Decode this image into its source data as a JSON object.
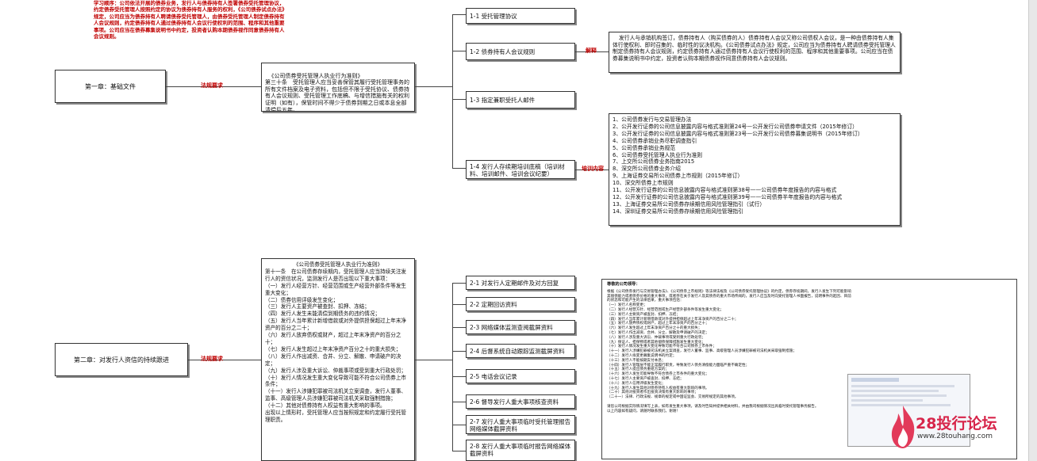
{
  "top_note": "学习顺序：公司依法开展的债券业务，发行人与债券持有人签署债券受托管理协议，约定债券受托管理人按照约定的协议为债券持有人服务的权利，《公司债券试点办法》规定，公司应当为债券持有人聘请债券受托管理人，由债券受托管理人制定债券持有人会议规则，约定债券持有人通过债券持有人会议行使权利的范围、程序和其他重要事项。公司应当在债券募集说明书中约定，投资者认购本期债券视作同意债券持有人会议规则。",
  "chapter1": {
    "title": "第一章：基础文件",
    "law_label": "法规要求",
    "law_text": "《公司债券受托管理人执业行为准则》\n第三十条　受托管理人应当妥善保管其履行受托管理事务的所有文件档案及电子资料，包括但不限于受托协议、债券持有人会议规则、受托管理工作底稿、与增信措施有关的权利证明（如有），保管时间不得少于债券到期之日或本息全部清偿后五年。",
    "items": [
      {
        "label": "1-1 受托管理协议"
      },
      {
        "label": "1-2 债券持有人会议规则"
      },
      {
        "label": "1-3 指定兼职受托人邮件"
      },
      {
        "label": "1-4 发行人存续期培训底稿（培训材料、培训邮件、培训会议纪要）"
      }
    ],
    "explain_label": "解释",
    "explain_text": "发行人与承销机构签订，债券持有人（购买债券的人）债券持有人会议又称公司债权人会议，是一种由债券持有人集体行使权利、即时召集的、临时性的议决机构。《公司债券试点办法》规定，公司应当为债券持有人聘请债券受托管理人制定债券持有人会议规则，约定债券持有人通过债券持有人会议行使权利的范围、程序和其他重要事项。公司应当在债券募集说明书中约定，投资者认购本期债券视作同意债券持有人会议规则。",
    "train_label": "培训内容",
    "train_list": [
      "1、公司债券发行与交易管理办法",
      "2、公开发行证券的公司信息披露内容与格式准则第24号—公开发行公司债券申请文件（2015年修订）",
      "3、公开发行证券的公司信息披露内容与格式准则第23号—公开发行公司债券募集说明书（2015年修订）",
      "4、公司债券承销业务尽职调查指引",
      "5、公司债券承销业务规范",
      "6、公司债券受托管理人执业行为准则",
      "7、上交所公司债券业务指南2015",
      "8、深交所公司债券业务介绍",
      "9、上海证券交易所公司债券上市规则（2015年修订）",
      "10、深交所债券上市规则",
      "11、公开发行证券的公司信息披露内容与格式准则第38号——公司债券年度报告的内容与格式",
      "12、公开发行证券的公司信息披露内容与格式准则第39号——公司债券半年度报告的内容与格式",
      "13、上海证券交易所公司债券存续期信用风险管理指引（试行）",
      "14、深圳证券交易所公司债券存续期信用风险管理指引"
    ]
  },
  "chapter2": {
    "title": "第二章：对发行人资信的持续跟进",
    "law_label": "法规要求",
    "law_title": "《公司债券受托管理人执业行为准则》",
    "law_text": "第十一条　在公司债券存续期内，受托管理人应当持续关注发行人的资信状况，监测发行人是否出现以下重大事项：\n（一）发行人经营方针、经营范围或生产经营外部条件等发生重大变化；\n（二）债券信用评级发生变化；\n（三）发行人主要资产被查封、扣押、冻结；\n（四）发行人发生未能清偿到期债务的违约情况；\n（五）发行人当年累计新增借款或对外提供担保超过上年末净资产的百分之二十；\n（六）发行人放弃债权或财产，超过上年末净资产的百分之十；\n（七）发行人发生超过上年末净资产百分之十的重大损失；\n（八）发行人作出减资、合并、分立、解散、申请破产的决定；\n（九）发行人涉及重大诉讼、仲裁事项或受到重大行政处罚；\n（十）发行人情况发生重大变化导致可能不符合公司债券上市条件；\n（十一）发行人涉嫌犯罪被司法机关立案调查，发行人董事、监事、高级管理人员涉嫌犯罪被司法机关采取强制措施；\n（十二）其他对债券持有人权益有重大影响的事项。\n出现以上情形时，受托管理人应当按照规定和约定履行受托管理职责。",
    "items": [
      {
        "label": "2-1 对发行人定期邮件及对方回复"
      },
      {
        "label": "2-2 定期回访资料"
      },
      {
        "label": "2-3 网络媒体监测查阅截屏资料"
      },
      {
        "label": "2-4 后督系统自动跟踪监测截屏资料"
      },
      {
        "label": "2-5 电话会议记录"
      },
      {
        "label": "2-6 督导发行人重大事项核查资料"
      },
      {
        "label": "2-7 发行人重大事项临时受托管理报告网络媒体截屏资料"
      },
      {
        "label": "2-8 发行人重大事项临时报告网络媒体截屏资料"
      }
    ],
    "doc_header": "尊敬的公司领导：",
    "doc_body": "根据《公司债券发行与交易管理办法》、《公司债券上市规则》等法律法规及《公司债券受托管理协议》的约定，债券存续期间，发行人发生下列可能影响其偿债能力或者债券价格的重大事项，或者存在关于发行人及其债券的重大市场传闻的，发行人应当及时向受托管理人书面报告，说明事件的起因、目前的状态和可能产生的法律后果，重大事项包括：\n（一）发行人名称变更；\n（二）发行人经营方针、经营范围或生产经营外部条件等发生重大变化；\n（三）发行人主要资产被查封、扣押、冻结；\n（四）发行人当年累计新增借款或对外提供担保超过上年末净资产的百分之二十；\n（五）发行人放弃债权或财产，超过上年末净资产的百分之十；\n（六）发行人发生超过上年末净资产百分之十的重大损失；\n（七）发行人作出减资、合并、分立、解散及申请破产的决定；\n（八）发行人涉及重大诉讼、仲裁事项或受到重大行政处罚；\n（九）保证人、担保物或者其他偿债保障措施发生重大变化；\n（十）发行人情况发生重大变化导致可能不符合公司债券上市条件；\n（十一）发行人涉嫌犯罪被司法机关立案调查，发行人董事、监事、高级管理人员涉嫌犯罪被司法机关采取强制措施；\n（十二）发行人拟变更募集说明书的约定；\n（十三）发行人不能按期支付本息；\n（十四）发行人管理层不能正常履行职责，导致发行人债务清偿能力面临严重不确定性；\n（十五）发行人提出债务重组方案的；\n（十六）发行人发生可能导致不符合债券上市条件的重大变化；\n（十七）发行人主要资产被查封、扣押、冻结；\n（十八）发行人信用评级发生变化；\n（十九）发行人发生其他对债券持有人权益有重大影响的事项。\n（二十）其他对投资者作出投资决策有重大影响的事项；\n（二十一）法律、行政法规、规章的规定或中国证监会、交易所规定的其他事项。",
    "doc_footer": "请您公司根据实际情况填写上表，如有发生重大事项，请及时告知并提供相关材料，并由我司根据情况出具临时受托管理事务报告。\n以上内容如有疑问，请随时联系我们。谢谢！"
  },
  "watermark": {
    "brand": "28投行论坛",
    "url": "www.28touhang.com"
  }
}
